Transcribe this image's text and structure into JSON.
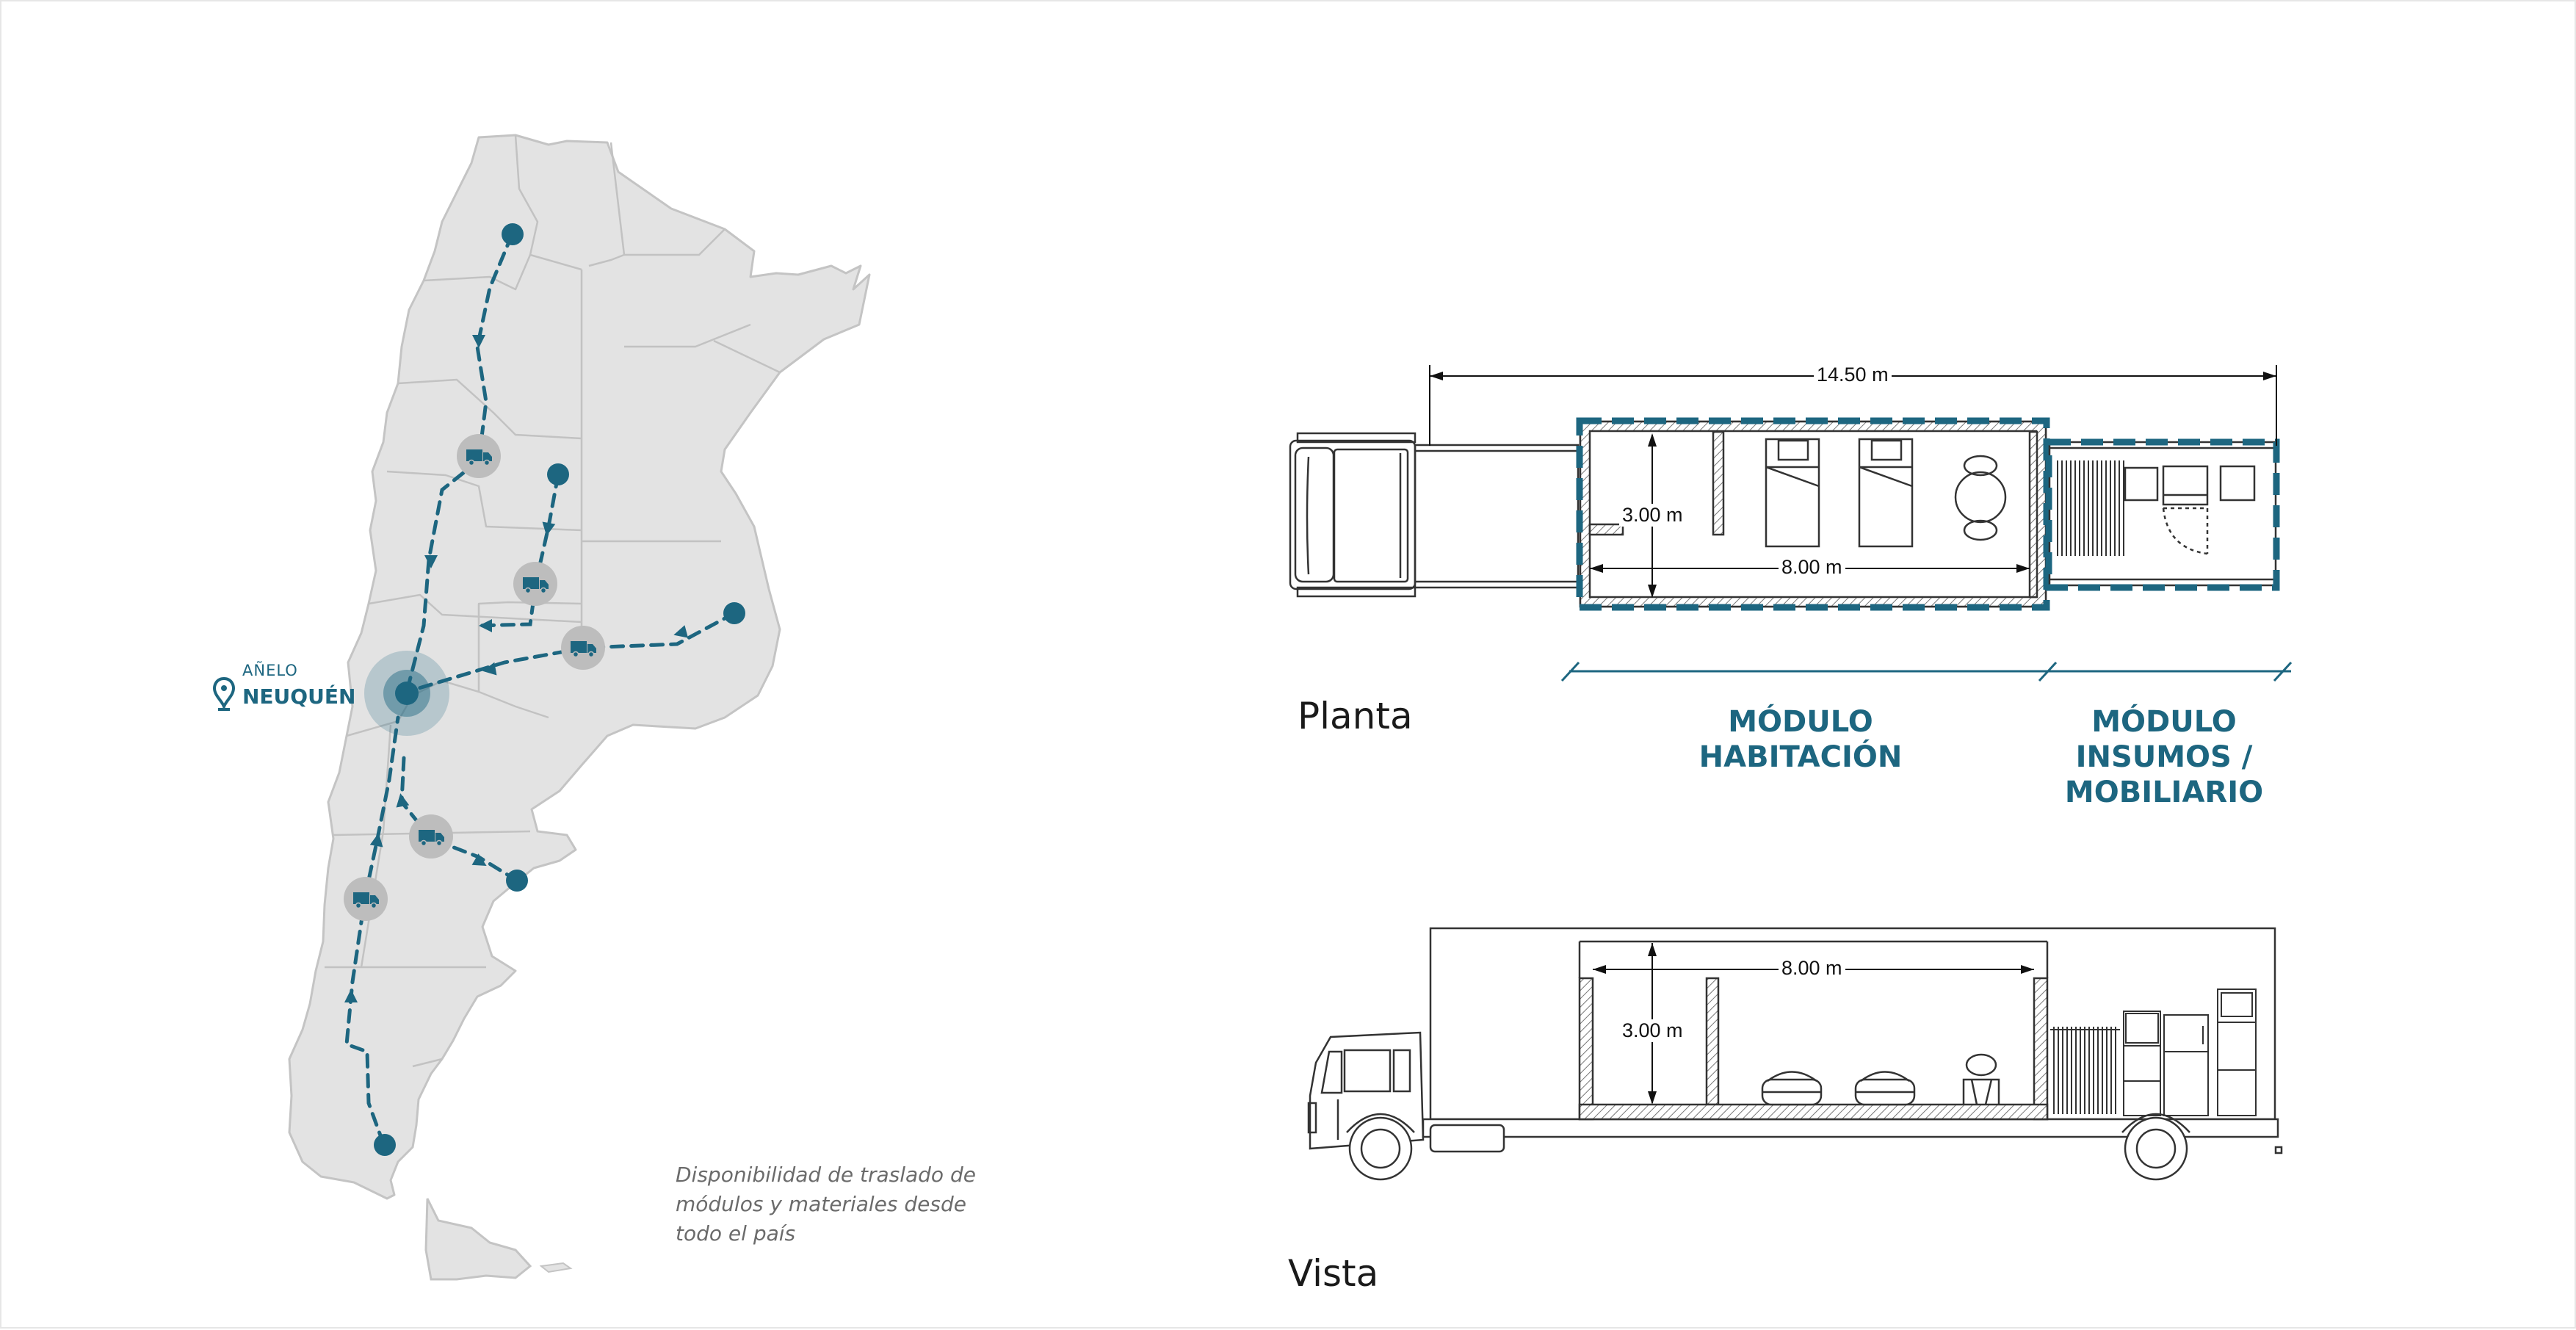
{
  "map": {
    "destination_prefix": "AÑELO",
    "destination_name": "NEUQUÉN",
    "caption": "Disponibilidad de traslado de módulos y materiales desde todo el país",
    "route_color": "#1d6680",
    "land_color": "#e3e3e3",
    "truck_badge_color": "#bdbdbd",
    "icons": [
      "location-pin-icon",
      "truck-icon"
    ]
  },
  "plan": {
    "title": "Planta",
    "total_length": "14.50 m",
    "module_width": "3.00 m",
    "module_length": "8.00 m",
    "modules": [
      {
        "label": "MÓDULO\nHABITACIÓN"
      },
      {
        "label": "MÓDULO\nINSUMOS /\nMOBILIARIO"
      }
    ]
  },
  "elevation": {
    "title": "Vista",
    "module_length": "8.00 m",
    "module_height": "3.00 m"
  },
  "colors": {
    "accent": "#1d6680",
    "line": "#333333"
  }
}
